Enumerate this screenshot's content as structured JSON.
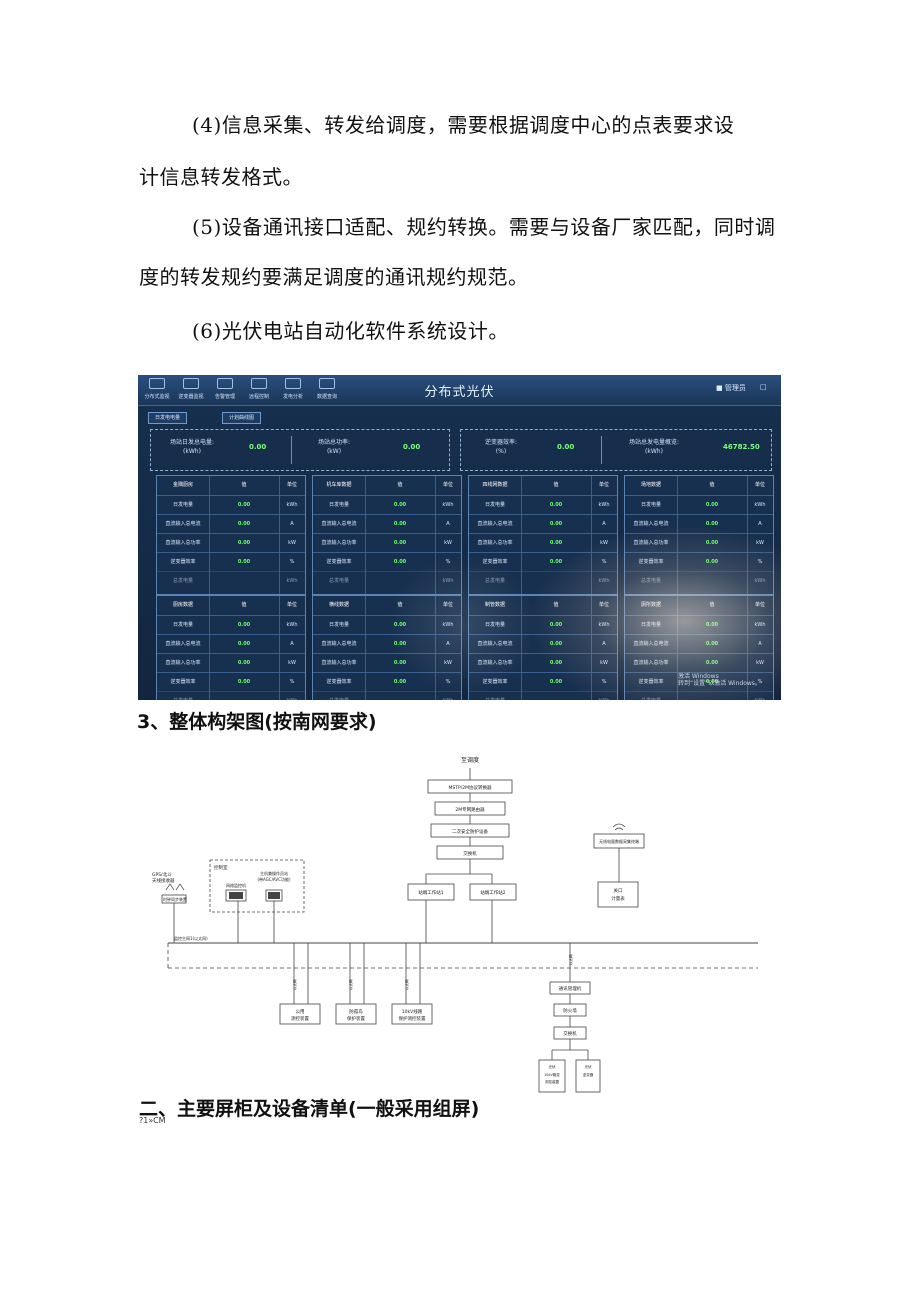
{
  "paragraphs": [
    "(4)信息采集、转发给调度，需要根据调度中心的点表要求设",
    "计信息转发格式。",
    "(5)设备通讯接口适配、规约转换。需要与设备厂家匹配，同时调",
    "度的转发规约要满足调度的通讯规约规范。",
    "(6)光伏电站自动化软件系统设计。"
  ],
  "section_heading": "3、整体构架图(按南网要求)",
  "chapter_heading": "二、主要屏柜及设备清单(一般采用组屏)",
  "footer_note": "?1»CM",
  "screenshot": {
    "title": "分布式光伏",
    "nav": [
      "分布式监视",
      "逆变器监视",
      "告警管理",
      "远程控制",
      "发电分析",
      "数据查询"
    ],
    "user_label": "■ 管理员",
    "logout_label": "□",
    "chips": [
      "日发电电量",
      "计划曲线图"
    ],
    "summary": [
      {
        "label": "场站日发总电量:\n(kWh)",
        "value": "0.00"
      },
      {
        "label": "场站总功率:\n(kW)",
        "value": "0.00"
      },
      {
        "label": "逆变器效率:\n(%)",
        "value": "0.00"
      },
      {
        "label": "场站总发电量概览:\n(kWh)",
        "value": "46782.50"
      }
    ],
    "panel_headers": [
      "值",
      "单位"
    ],
    "panels_top": [
      "金隅厨房",
      "机车库数据",
      "四线网数据",
      "场地数据"
    ],
    "panels_bottom": [
      "厨房数据",
      "横线数据",
      "制管数据",
      "厕所数据"
    ],
    "row_labels": [
      "日发电量",
      "直流输入总电流",
      "直流输入总功率",
      "逆变器效率",
      "总发电量"
    ],
    "row_values": [
      "0.00",
      "0.00",
      "0.00",
      "0.00",
      ""
    ],
    "row_units": [
      "kWh",
      "A",
      "kW",
      "%",
      "kWh"
    ],
    "watermark": "激活 Windows\n转到“设置”以激活 Windows。"
  },
  "diagram": {
    "top_label": "至调度",
    "stack": [
      "MSTP/2M协议转换器",
      "2M专网路由器",
      "二次安全防护设备",
      "交换机"
    ],
    "workstations": [
      "站端工作站1",
      "站端工作站2"
    ],
    "wireless": "无线电量数据采集终端",
    "meter_box": [
      "关口",
      "计量表"
    ],
    "gps_label": [
      "GPS/北斗",
      "天线接收器"
    ],
    "gps_box": "时钟同步装置",
    "control_room": "控制室",
    "monitor_pc": "网络监控机",
    "host_label": [
      "主机兼操作员站",
      "(带AGC/AVC功能)"
    ],
    "bus_label": "监控主网1(以太网)",
    "dropline_labels": [
      "以太网",
      "以太网",
      "以太网",
      "以太网"
    ],
    "bottom_devices": [
      [
        "公用",
        "测控装置"
      ],
      [
        "防孤岛",
        "保护装置"
      ],
      [
        "10kV线路",
        "保护测控装置"
      ]
    ],
    "right_chain": [
      "通讯管理机",
      "防火墙",
      "交换机"
    ],
    "right_leaves": [
      [
        "光伏",
        "10kV箱变",
        "测控装置"
      ],
      [
        "光伏",
        "逆变器"
      ]
    ]
  }
}
